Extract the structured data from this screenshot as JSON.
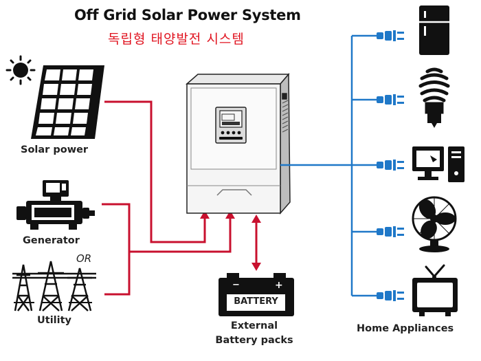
{
  "title": "Off Grid Solar Power System",
  "subtitle": "독립형 태양발전 시스템",
  "sources": {
    "solar_label": "Solar power",
    "generator_label": "Generator",
    "or_label": "OR",
    "utility_label": "Utility"
  },
  "battery": {
    "badge_text": "BATTERY",
    "label_line1": "External",
    "label_line2": "Battery packs"
  },
  "appliances": {
    "label": "Home Appliances",
    "icons": [
      "refrigerator-icon",
      "light-bulb-icon",
      "computer-icon",
      "fan-icon",
      "tv-icon"
    ]
  },
  "colors": {
    "input_lines": "#c8102e",
    "output_lines": "#1f78c8",
    "icons": "#111111"
  }
}
